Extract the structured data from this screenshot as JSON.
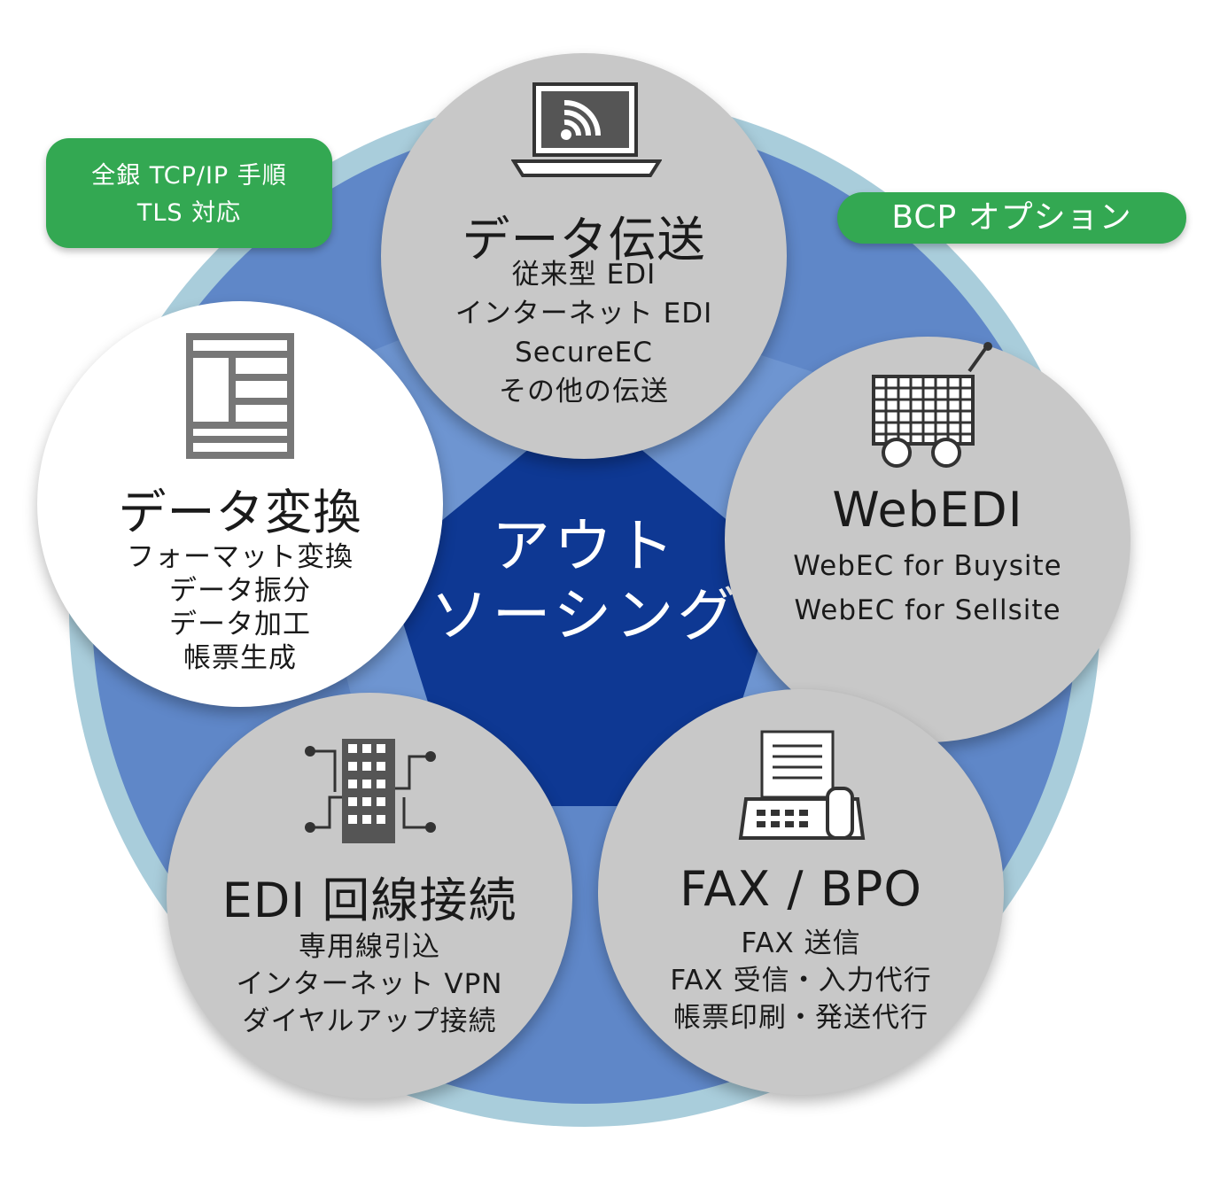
{
  "center": {
    "line1": "アウト",
    "line2": "ソーシング"
  },
  "nodes": {
    "data_transfer": {
      "title": "データ伝送",
      "items": [
        "従来型 EDI",
        "インターネット EDI",
        "SecureEC",
        "その他の伝送"
      ],
      "icon": "laptop-wireless-icon"
    },
    "webedi": {
      "title": "WebEDI",
      "items": [
        "WebEC for Buysite",
        "WebEC for Sellsite"
      ],
      "icon": "shopping-cart-icon"
    },
    "data_conversion": {
      "title": "データ変換",
      "items": [
        "フォーマット変換",
        "データ振分",
        "データ加工",
        "帳票生成"
      ],
      "icon": "document-layout-icon"
    },
    "edi_line": {
      "title": "EDI 回線接続",
      "items": [
        "専用線引込",
        "インターネット VPN",
        "ダイヤルアップ接続"
      ],
      "icon": "building-network-icon"
    },
    "fax_bpo": {
      "title": "FAX / BPO",
      "items": [
        "FAX 送信",
        "FAX 受信・入力代行",
        "帳票印刷・発送代行"
      ],
      "icon": "fax-machine-icon"
    }
  },
  "tags": {
    "zengin": {
      "line1": "全銀 TCP/IP 手順",
      "line2": "TLS 対応"
    },
    "bcp": {
      "label": "BCP オプション"
    }
  },
  "colors": {
    "outer_ring": "#a9cddb",
    "middle_blue": "#5f87c8",
    "center_pentagon": "#0e3893",
    "node_gray": "#c8c8c8",
    "node_white": "#ffffff",
    "tag_green": "#33a852",
    "icon_dark": "#333333"
  }
}
